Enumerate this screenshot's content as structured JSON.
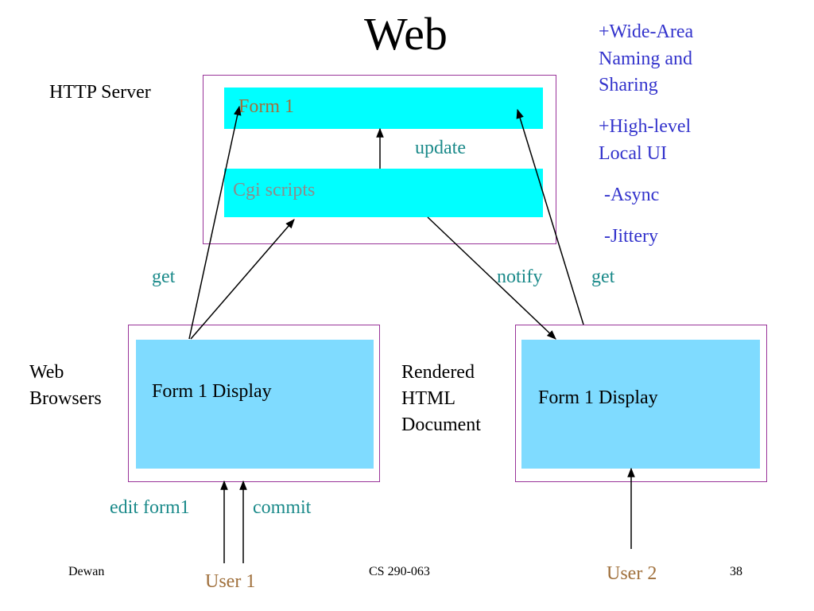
{
  "title": "Web",
  "server": {
    "label": "HTTP Server",
    "form_box": "Form 1",
    "scripts_box": "Cgi scripts",
    "update_label": "update"
  },
  "left_client": {
    "label_line1": "Web",
    "label_line2": "Browsers",
    "display_label": "Form 1 Display",
    "edit_label": "edit form1",
    "commit_label": "commit",
    "user_label": "User 1",
    "get_label": "get"
  },
  "right_client": {
    "label_line1": "Rendered",
    "label_line2": "HTML",
    "label_line3": "Document",
    "display_label": "Form 1 Display",
    "user_label": "User 2",
    "notify_label": "notify",
    "get_label": "get"
  },
  "notes": {
    "line1": "+Wide-Area",
    "line2": "Naming and",
    "line3": "Sharing",
    "line4": "+High-level",
    "line5": "Local UI",
    "line6": "-Async",
    "line7": "-Jittery"
  },
  "footer": {
    "author": "Dewan",
    "course": "CS 290-063",
    "page": "38"
  },
  "colors": {
    "frame": "#993399",
    "cyan_box": "#00ffff",
    "display_box": "#7fdbff",
    "teal_text": "#1b8a8a",
    "brown_text": "#a0703c",
    "blue_text": "#3333cc"
  }
}
